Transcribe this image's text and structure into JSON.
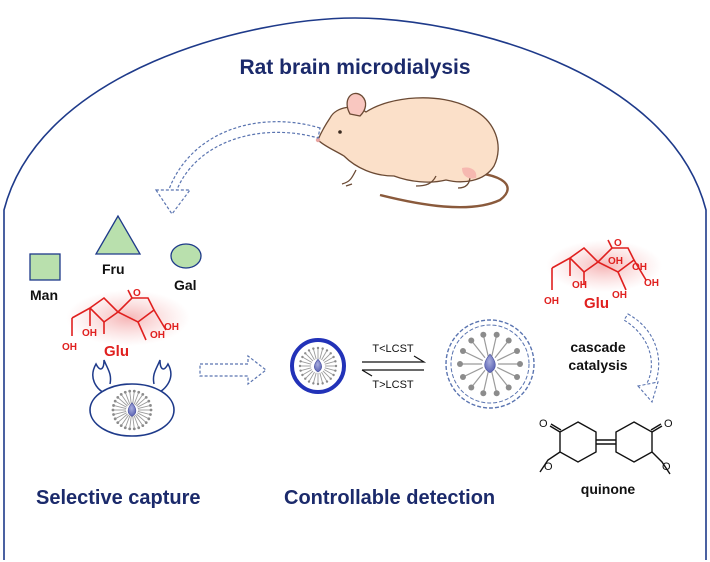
{
  "title": "Rat brain microdialysis",
  "sections": {
    "capture": "Selective capture",
    "detection": "Controllable detection"
  },
  "sugars": {
    "man": "Man",
    "fru": "Fru",
    "gal": "Gal",
    "glu": "Glu"
  },
  "glucose_labels": {
    "oh": "OH",
    "o": "O"
  },
  "conditions": {
    "forward": "T<LCST",
    "reverse": "T>LCST"
  },
  "cascade": {
    "line1": "cascade",
    "line2": "catalysis"
  },
  "product": "quinone",
  "colors": {
    "heading": "#1b2a6b",
    "glucose": "#e0201f",
    "shape_fill": "#b9e0ad",
    "shape_stroke": "#1e3a8a",
    "nanoparticle": "#2232b8",
    "core": "#7e86c8",
    "arrow": "#5a74b0",
    "rat_body": "#fbe0c9"
  }
}
